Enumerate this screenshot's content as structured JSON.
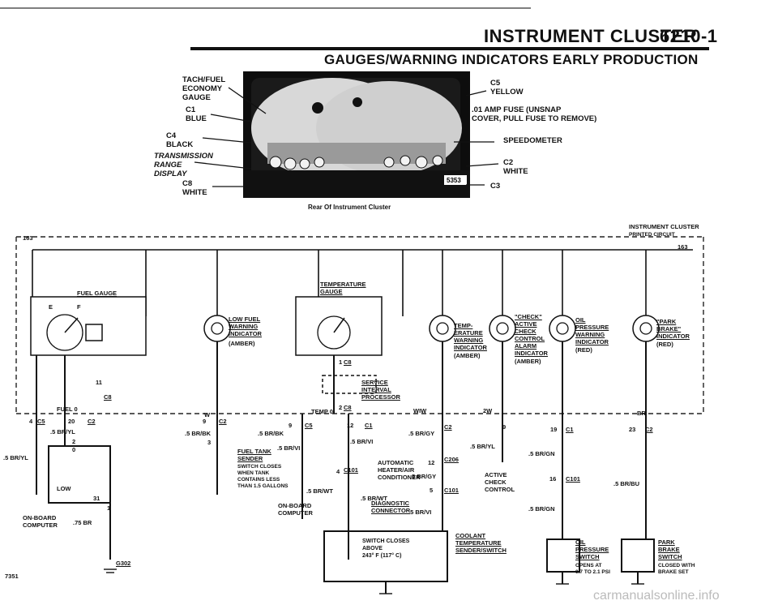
{
  "header": {
    "title": "INSTRUMENT CLUSTER",
    "code": "6210-1",
    "subtitle": "GAUGES/WARNING INDICATORS EARLY PRODUCTION"
  },
  "photo": {
    "caption": "Rear Of Instrument Cluster",
    "photo_number": "5353",
    "callouts_left": [
      "TACH/FUEL\nECONOMY\nGAUGE",
      "C1\nBLUE",
      "C4\nBLACK",
      "TRANSMISSION\nRANGE\nDISPLAY",
      "C8\nWHITE"
    ],
    "callouts_right": [
      "C5\nYELLOW",
      ".01 AMP FUSE (UNSNAP\nCOVER, PULL FUSE TO REMOVE)",
      "SPEEDOMETER",
      "C2\nWHITE",
      "C3"
    ]
  },
  "circuit": {
    "title": "INSTRUMENT CLUSTER",
    "subtitle": "PRINTED CIRCUIT",
    "bus_label": "163",
    "fuel_gauge": "FUEL GAUGE",
    "low_fuel": "LOW FUEL\nWARNING\nINDICATOR",
    "low_fuel_color": "(AMBER)",
    "temp_gauge": "TEMPERATURE\nGAUGE",
    "temp_warn": "TEMP-\nERATURE\nWARNING\nINDICATOR",
    "temp_warn_color": "(AMBER)",
    "check": "\"CHECK\"\nACTIVE\nCHECK\nCONTROL\nALARM\nINDICATOR",
    "check_color": "(AMBER)",
    "oil": "OIL\nPRESSURE\nWARNING\nINDICATOR",
    "oil_color": "(RED)",
    "park": "\"PARK\nBRAKE\"\nINDICATOR",
    "park_color": "(RED)",
    "service": "SERVICE\nINTERVAL\nPROCESSOR",
    "fuel_tank": "FUEL TANK\nSENDER",
    "fuel_tank_note": "SWITCH CLOSES\nWHEN TANK\nCONTAINS LESS\nTHAN 1.5 GALLONS",
    "onboard_left": "ON-BOARD\nCOMPUTER",
    "onboard_mid": "ON-BOARD\nCOMPUTER",
    "auto_hvac": "AUTOMATIC\nHEATER/AIR\nCONDITIONER",
    "diagnostic": "DIAGNOSTIC\nCONNECTOR",
    "switch_note": "SWITCH CLOSES\nABOVE\n243° F (117° C)",
    "coolant": "COOLANT\nTEMPERATURE\nSENDER/SWITCH",
    "active_check": "ACTIVE\nCHECK\nCONTROL",
    "oil_switch": "OIL\nPRESSURE\nSWITCH",
    "oil_switch_note": "OPENS AT\n0.7 TO 2.1 PSI",
    "park_switch": "PARK\nBRAKE\nSWITCH",
    "park_switch_note": "CLOSED WITH\nBRAKE SET",
    "ground": "G302",
    "page_ref": "7351",
    "wires": {
      "w1": ".5 BR/YL",
      "w2": ".5 BR/YL",
      "w3": ".5 BR/BK",
      "w4": ".5 BR/BK",
      "w5": ".5 BR/VI",
      "w6": ".5 BR/VI",
      "w7": ".5 BR/WT",
      "w8": ".5 BR/WT",
      "w9": ".5 BR/GY",
      "w10": ".5 BR/GY",
      "w11": ".5 BR/VI",
      "w12": ".5 BR/YL",
      "w13": ".5 BR/GN",
      "w14": ".5 BR/GN",
      "w15": ".5 BR/BU",
      "w16": ".75 BR"
    },
    "connectors": {
      "c5": "C5",
      "c2a": "C2",
      "c2b": "C2",
      "c2c": "C2",
      "c2d": "C2",
      "c1a": "C1",
      "c1b": "C1",
      "c101a": "C101",
      "c101b": "C101",
      "c101c": "C101",
      "c206": "C206",
      "c8a": "C8",
      "c8b": "C8",
      "c8c": "C8",
      "c5b": "C5"
    },
    "pins": {
      "p4": "4",
      "p20": "20",
      "p2": "2",
      "p0": "0",
      "p31": "31",
      "p1": "1",
      "p9a": "9",
      "p3": "3",
      "p9b": "9",
      "p12a": "12",
      "p4b": "4",
      "p12b": "12",
      "p5": "5",
      "p9c": "9",
      "p19": "19",
      "p16": "16",
      "p23": "23",
      "p11": "11",
      "p1b": "1",
      "p2b": "2"
    },
    "tags": {
      "fuel0": "FUEL 0",
      "temp0": "TEMP 0",
      "wiw": "WIW",
      "ziw": "2W",
      "br": "BR",
      "w": "W",
      "low": "LOW",
      "e": "E",
      "f": "F"
    }
  }
}
